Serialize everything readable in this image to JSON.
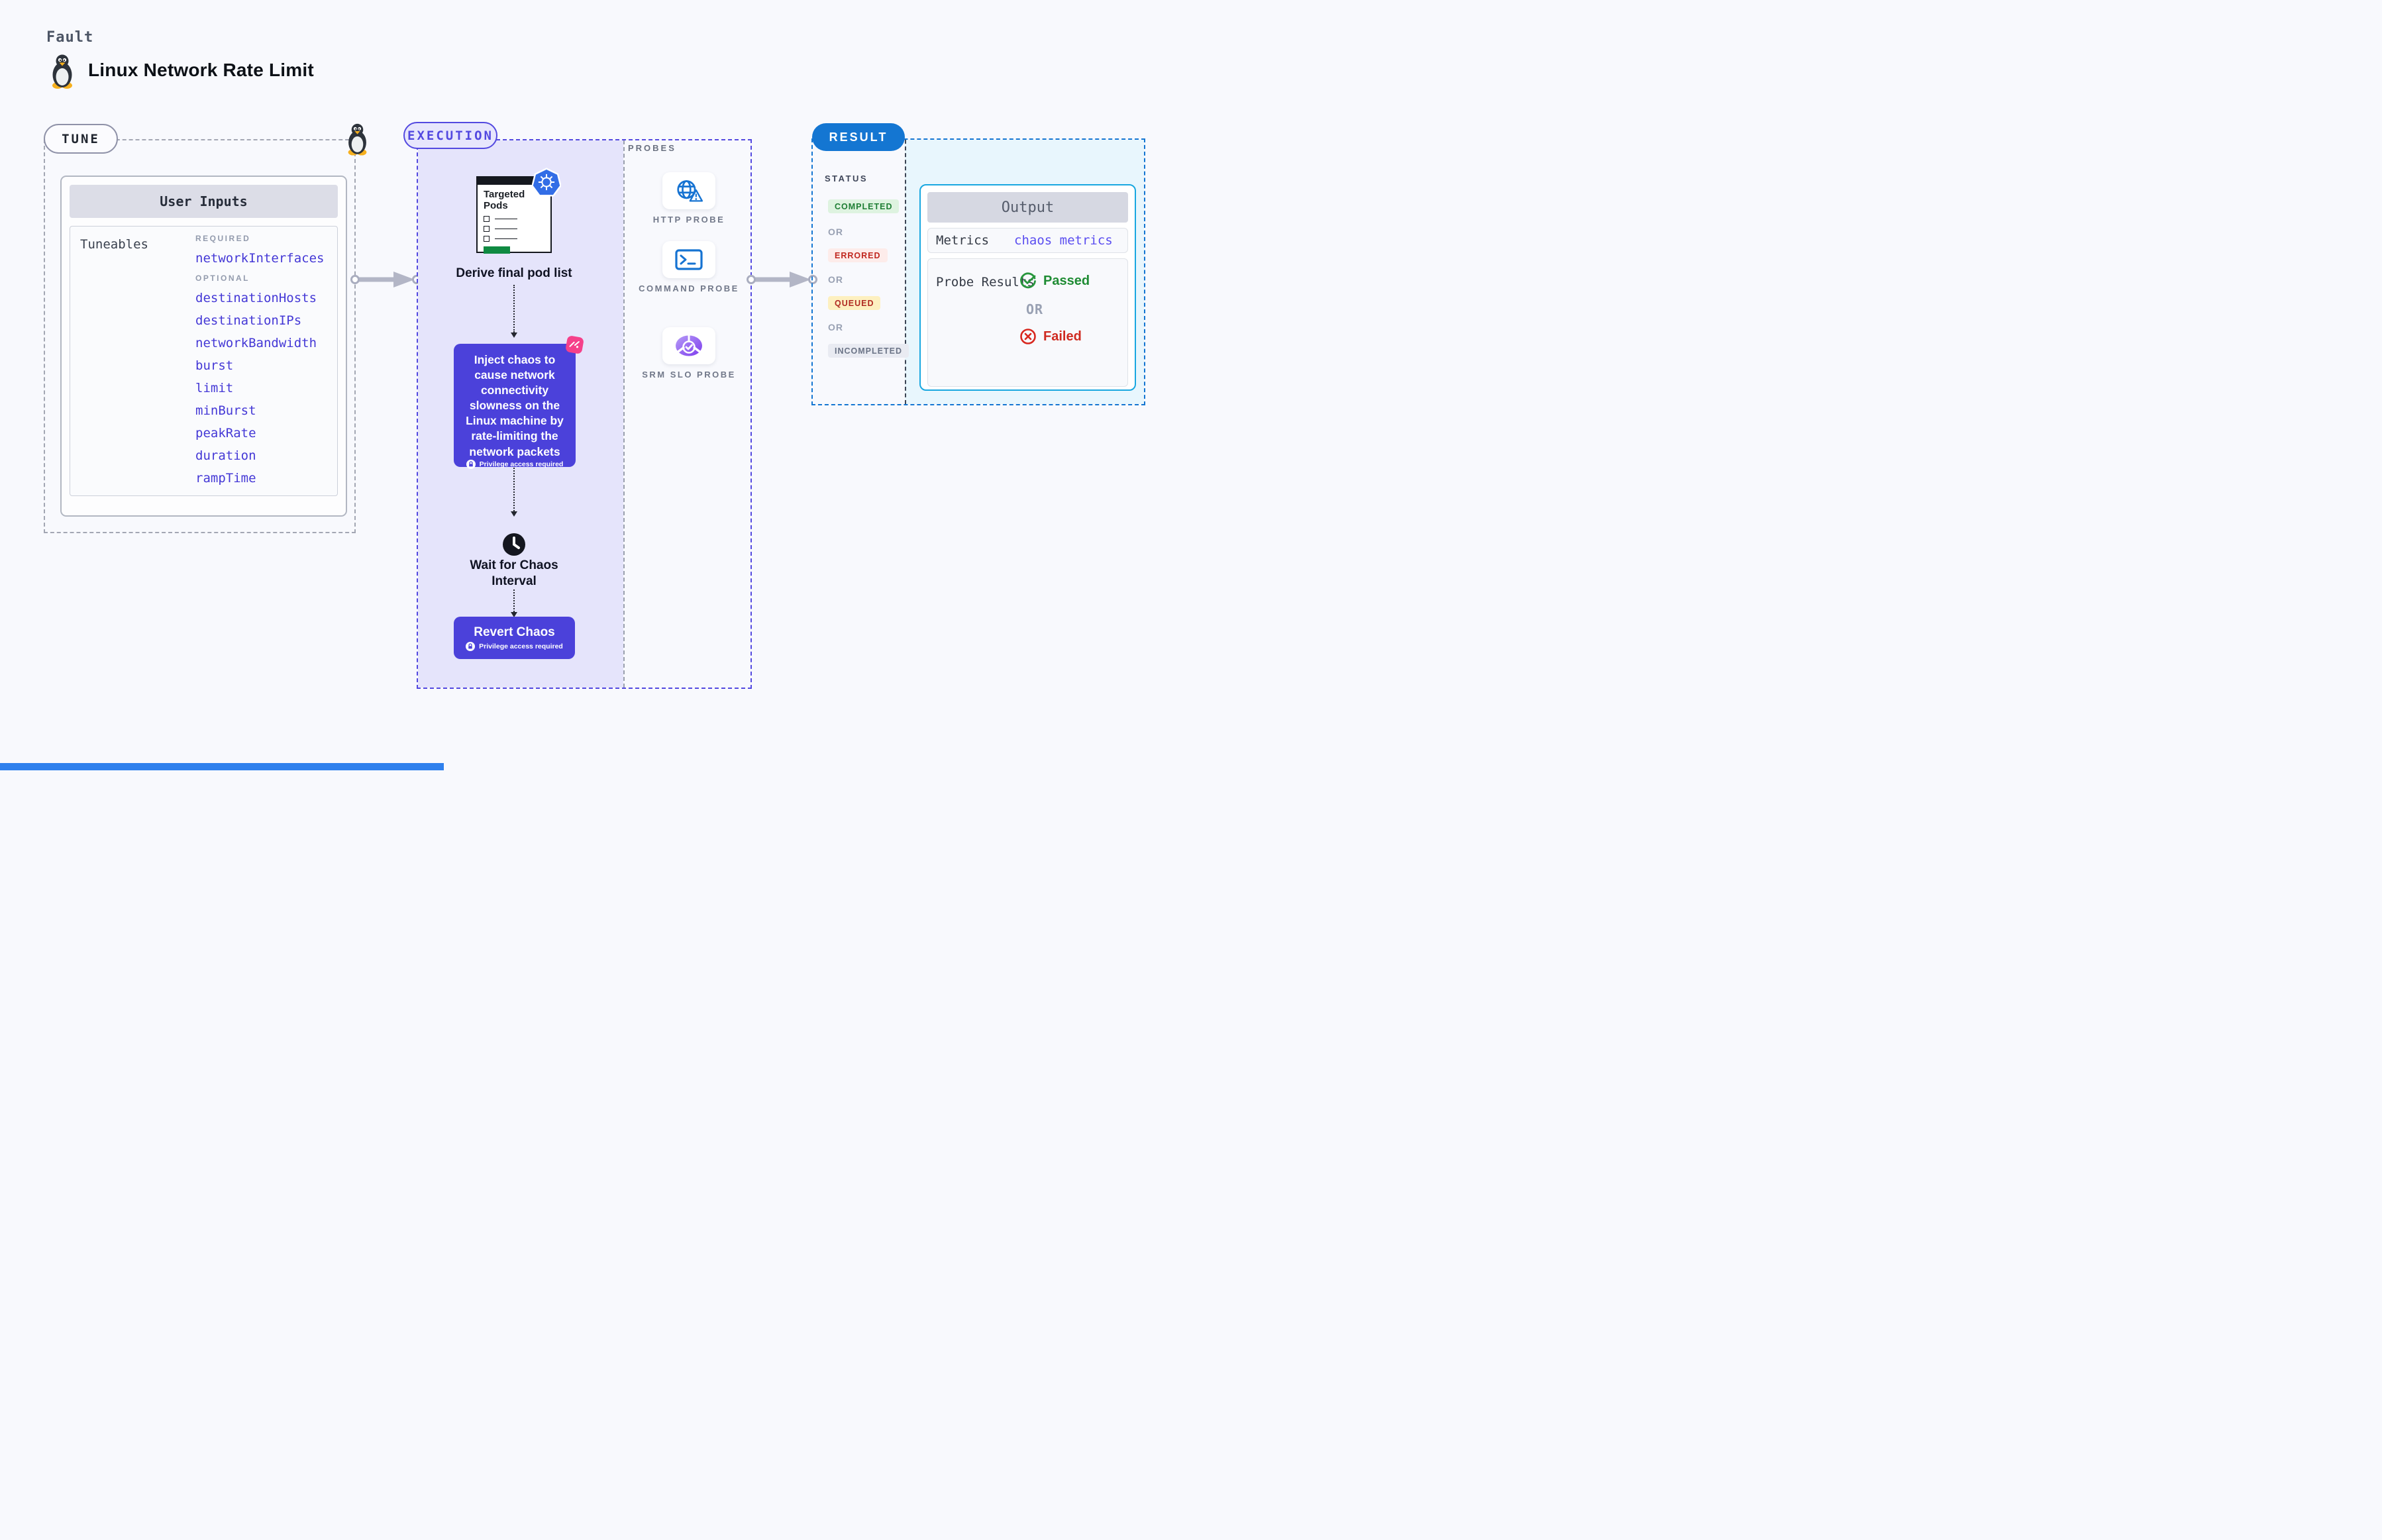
{
  "header": {
    "kicker": "Fault",
    "title": "Linux Network Rate Limit"
  },
  "tune": {
    "label": "TUNE",
    "card_title": "User Inputs",
    "tuneables_label": "Tuneables",
    "required_label": "REQUIRED",
    "required_items": [
      "networkInterfaces"
    ],
    "optional_label": "OPTIONAL",
    "optional_items": [
      "destinationHosts",
      "destinationIPs",
      "networkBandwidth",
      "burst",
      "limit",
      "minBurst",
      "peakRate",
      "duration",
      "rampTime"
    ]
  },
  "execution": {
    "label": "EXECUTION",
    "targeted_pods_title": "Targeted Pods",
    "derive_label": "Derive final pod list",
    "inject_text": "Inject chaos to cause network connectivity slowness on the Linux machine by rate-limiting the network packets",
    "privilege_label": "Privilege access required",
    "wait_label": "Wait for Chaos Interval",
    "revert_label": "Revert Chaos"
  },
  "probes": {
    "label": "PROBES",
    "items": [
      {
        "name": "HTTP PROBE",
        "icon": "globe-alert-icon"
      },
      {
        "name": "COMMAND PROBE",
        "icon": "terminal-icon"
      },
      {
        "name": "SRM SLO PROBE",
        "icon": "slo-gauge-icon"
      }
    ]
  },
  "result": {
    "label": "RESULT",
    "status_label": "STATUS",
    "or_label": "OR",
    "statuses": [
      {
        "label": "COMPLETED",
        "text_color": "#1e7e34",
        "bg_color": "#def3e0"
      },
      {
        "label": "ERRORED",
        "text_color": "#c0271f",
        "bg_color": "#fdecea"
      },
      {
        "label": "QUEUED",
        "text_color": "#b02a22",
        "bg_color": "#fdf0c0"
      },
      {
        "label": "INCOMPLETED",
        "text_color": "#6a7386",
        "bg_color": "#e9ebf2"
      }
    ],
    "output": {
      "title": "Output",
      "metrics_label": "Metrics",
      "metrics_value": "chaos metrics",
      "probe_results_label": "Probe Results",
      "passed_label": "Passed",
      "failed_label": "Failed"
    }
  },
  "colors": {
    "page_bg": "#f8f9fd",
    "execution_accent": "#5349e0",
    "execution_panel_bg": "#e5e4fb",
    "chaos_box_bg": "#4b41da",
    "result_accent": "#1476d2",
    "result_panel_bg": "#e8f6fd",
    "output_border": "#18a7e0",
    "passed_green": "#1e8b33",
    "failed_red": "#cf2a20",
    "k8s_blue": "#326de6",
    "probe_icon_blue": "#1673d2",
    "pink_fault": "#f5408a",
    "bottom_bar_blue": "#2f80ed"
  }
}
